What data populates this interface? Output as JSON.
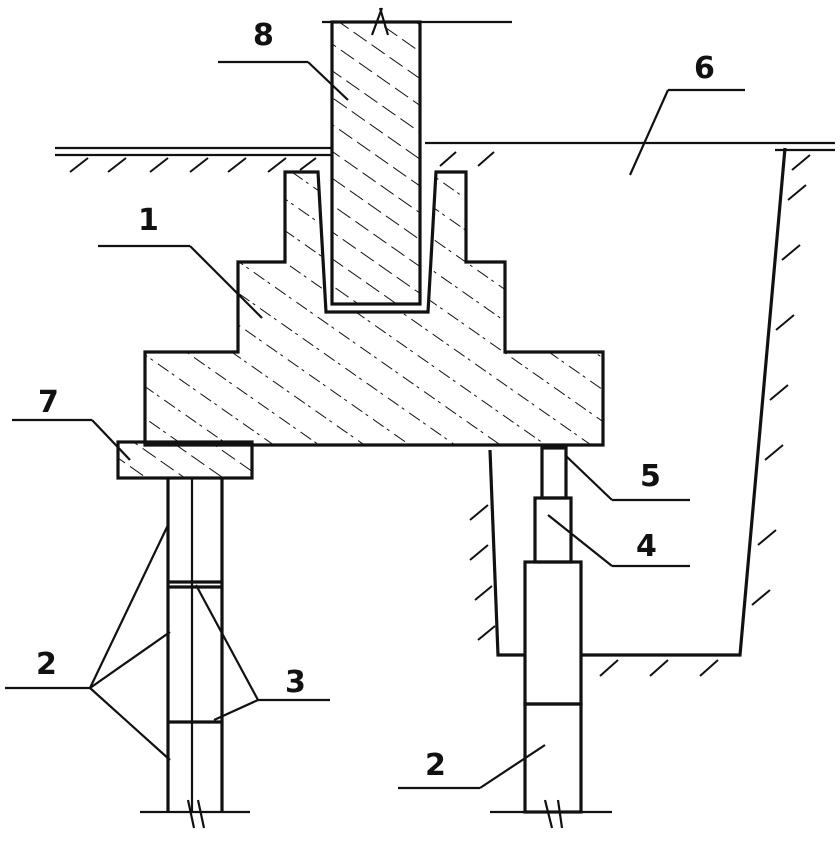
{
  "labels": {
    "l1": "1",
    "l2_left": "2",
    "l2_right": "2",
    "l3": "3",
    "l4": "4",
    "l5": "5",
    "l6": "6",
    "l7": "7",
    "l8": "8"
  },
  "colors": {
    "ink": "#111111",
    "background": "#ffffff"
  }
}
